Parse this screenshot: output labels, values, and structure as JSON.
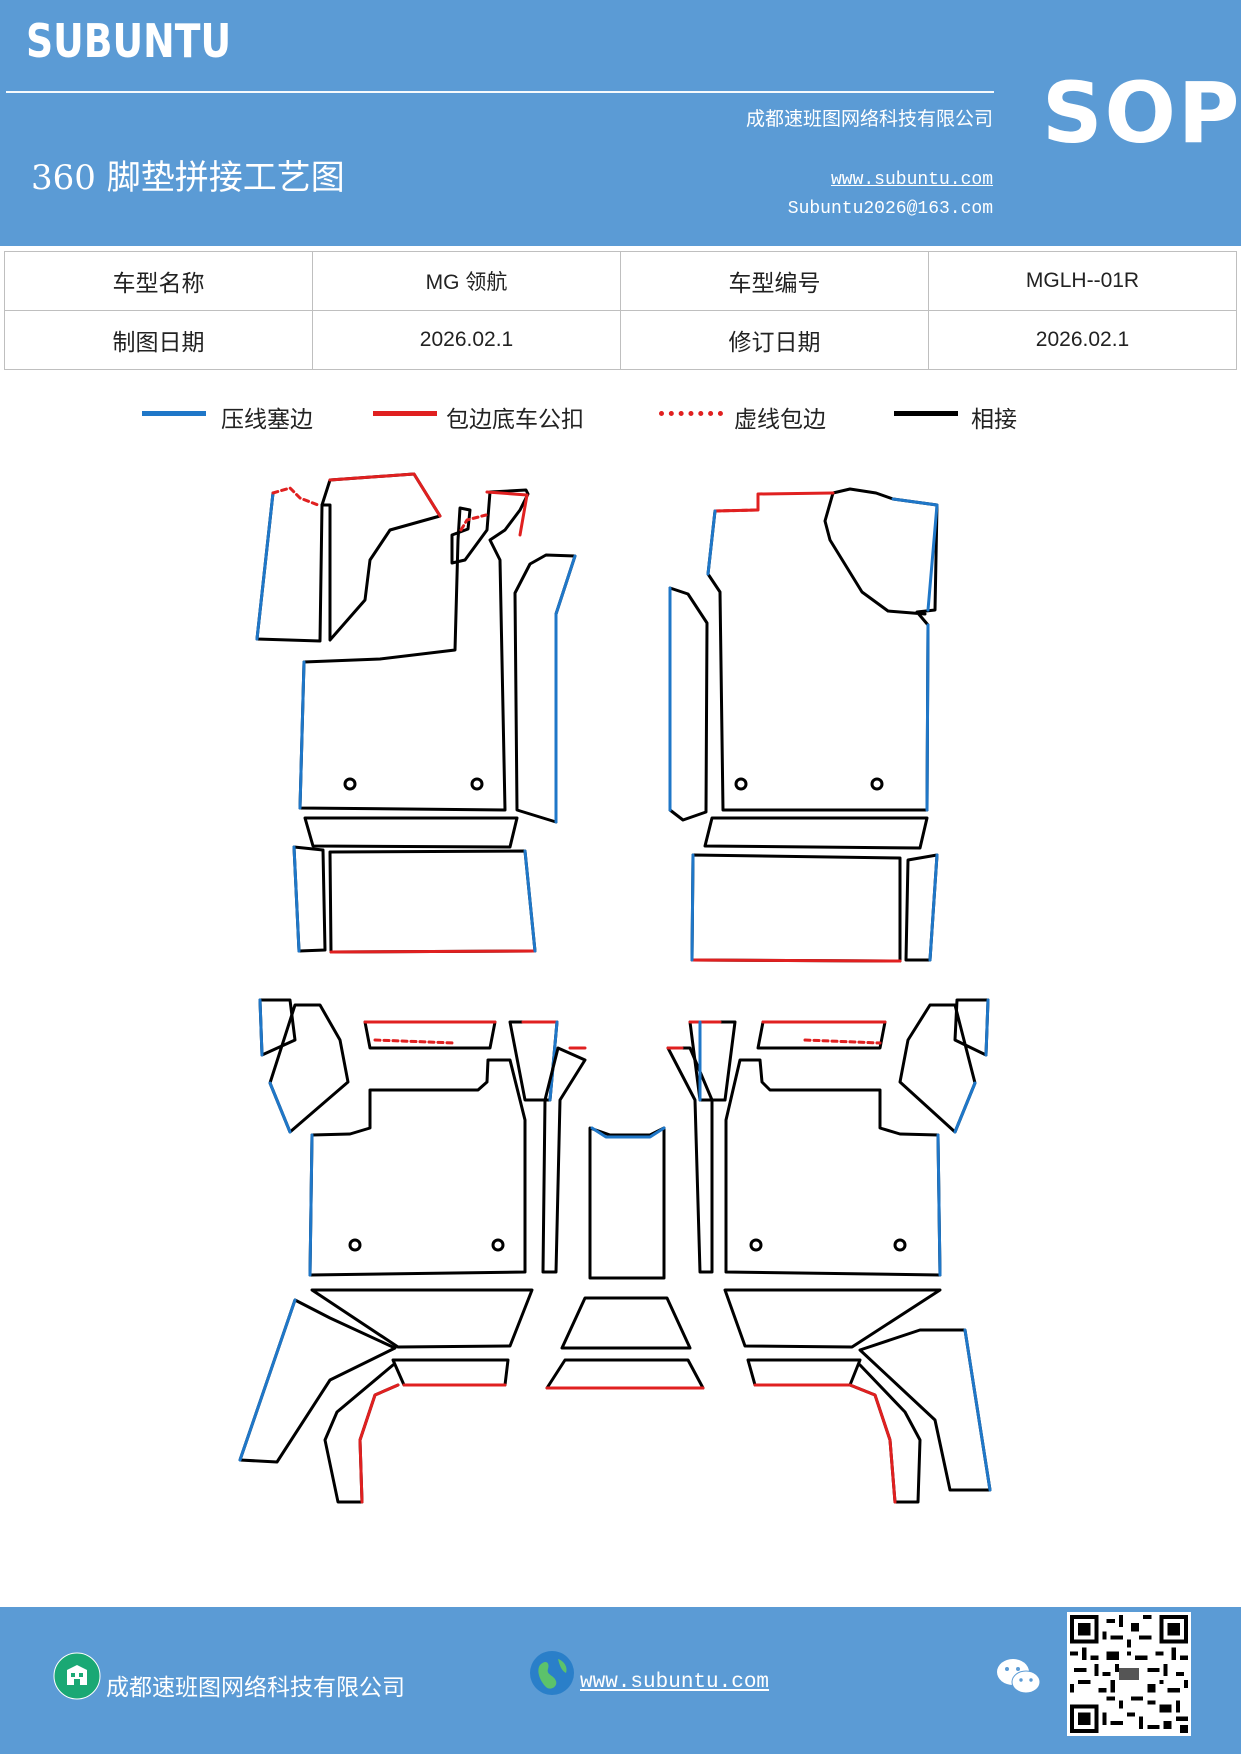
{
  "header": {
    "brand": "SUBUNTU",
    "company": "成都速班图网络科技有限公司",
    "title": "360 脚垫拼接工艺图",
    "website": "www.subuntu.com",
    "email": "Subuntu2026@163.com",
    "badge": "SOP"
  },
  "info_table": {
    "model_name_label": "车型名称",
    "model_name": "MG 领航",
    "model_code_label": "车型编号",
    "model_code": "MGLH--01R",
    "draw_date_label": "制图日期",
    "draw_date": "2026.02.1",
    "revise_date_label": "修订日期",
    "revise_date": "2026.02.1"
  },
  "legend": [
    {
      "label": "压线塞边",
      "color": "#1f77c8",
      "style": "solid"
    },
    {
      "label": "包边底车公扣",
      "color": "#e02020",
      "style": "solid"
    },
    {
      "label": "虚线包边",
      "color": "#e02020",
      "style": "dotted"
    },
    {
      "label": "相接",
      "color": "#000000",
      "style": "solid"
    }
  ],
  "colors": {
    "header": "#5b9bd5",
    "blue_line": "#1f77c8",
    "red_line": "#e02020",
    "black_line": "#000000"
  },
  "footer": {
    "company": "成都速班图网络科技有限公司",
    "website": "www.subuntu.com ",
    "icons": [
      "building-icon",
      "globe-icon",
      "wechat-icon",
      "qr-code"
    ]
  }
}
